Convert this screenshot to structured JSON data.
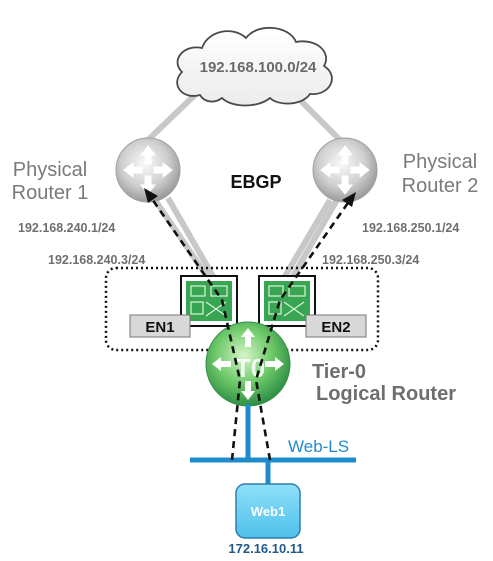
{
  "cloud": {
    "network": "192.168.100.0/24"
  },
  "protocol": "EBGP",
  "router1": {
    "line1": "Physical",
    "line2": "Router 1",
    "ip": "192.168.240.1/24"
  },
  "router2": {
    "line1": "Physical",
    "line2": "Router 2",
    "ip": "192.168.250.1/24"
  },
  "edge1": {
    "label": "EN1",
    "uplink_ip": "192.168.240.3/24"
  },
  "edge2": {
    "label": "EN2",
    "uplink_ip": "192.168.250.3/24"
  },
  "tier0": {
    "badge": "T0",
    "line1": "Tier-0",
    "line2": "Logical Router"
  },
  "segment": {
    "label": "Web-LS"
  },
  "vm": {
    "label": "Web1",
    "ip": "172.16.10.11"
  },
  "colors": {
    "link_gray": "#c8c8c8",
    "segment_blue": "#1e8ccc",
    "vm_fill": "#6cd0f4",
    "vm_ip": "#1f5a8a",
    "edge_green": "#2f9a48"
  }
}
